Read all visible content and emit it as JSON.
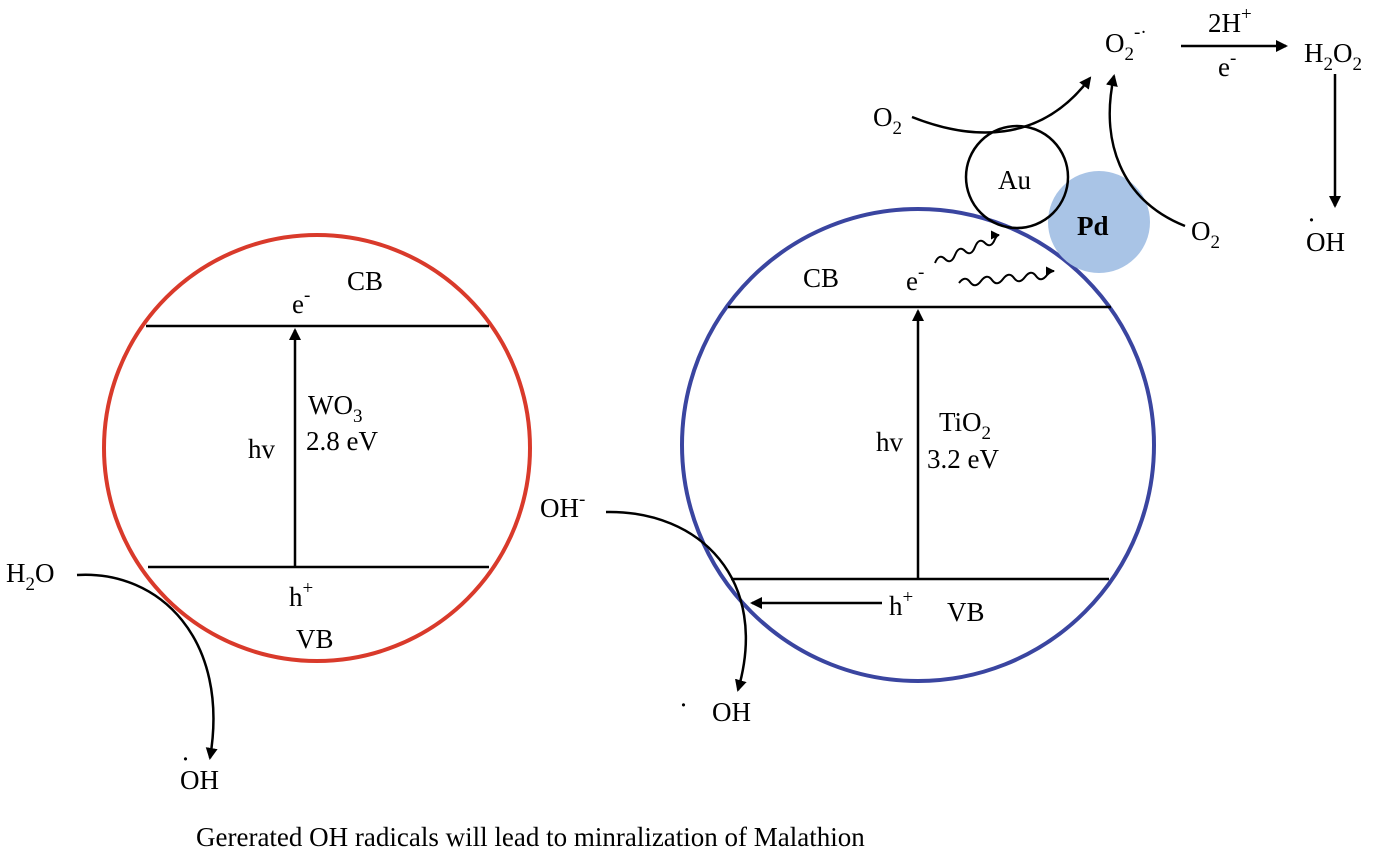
{
  "colors": {
    "wo3_circle": "#d93a2b",
    "tio2_circle": "#3a45a0",
    "pd_fill": "#a9c4e6",
    "line": "#000000"
  },
  "wo3": {
    "cb": "CB",
    "vb": "VB",
    "electron_base": "e",
    "electron_sup": "-",
    "hole_base": "h",
    "hole_sup": "+",
    "hv": "hv",
    "material_base": "WO",
    "material_sub": "3",
    "gap": "2.8 eV"
  },
  "tio2": {
    "cb": "CB",
    "vb": "VB",
    "electron_base": "e",
    "electron_sup": "-",
    "hole_base": "h",
    "hole_sup": "+",
    "hv": "hv",
    "material_base": "TiO",
    "material_sub": "2",
    "gap": "3.2 eV"
  },
  "metals": {
    "au": "Au",
    "pd": "Pd"
  },
  "species": {
    "h2o_a": "H",
    "h2o_sub": "2",
    "h2o_b": "O",
    "oh_radical": "OH",
    "oh_minus_base": "OH",
    "oh_minus_sup": "-",
    "o2_base": "O",
    "o2_sub": "2",
    "superoxide_base": "O",
    "superoxide_sub": "2",
    "superoxide_sup": "-·",
    "reagent_top_base": "2H",
    "reagent_top_sup": "+",
    "reagent_bottom_base": "e",
    "reagent_bottom_sup": "-",
    "h2o2_a": "H",
    "h2o2_sub1": "2",
    "h2o2_b": "O",
    "h2o2_sub2": "2",
    "radical_dot": "·"
  },
  "caption": "Gererated OH radicals will lead to minralization of Malathion"
}
